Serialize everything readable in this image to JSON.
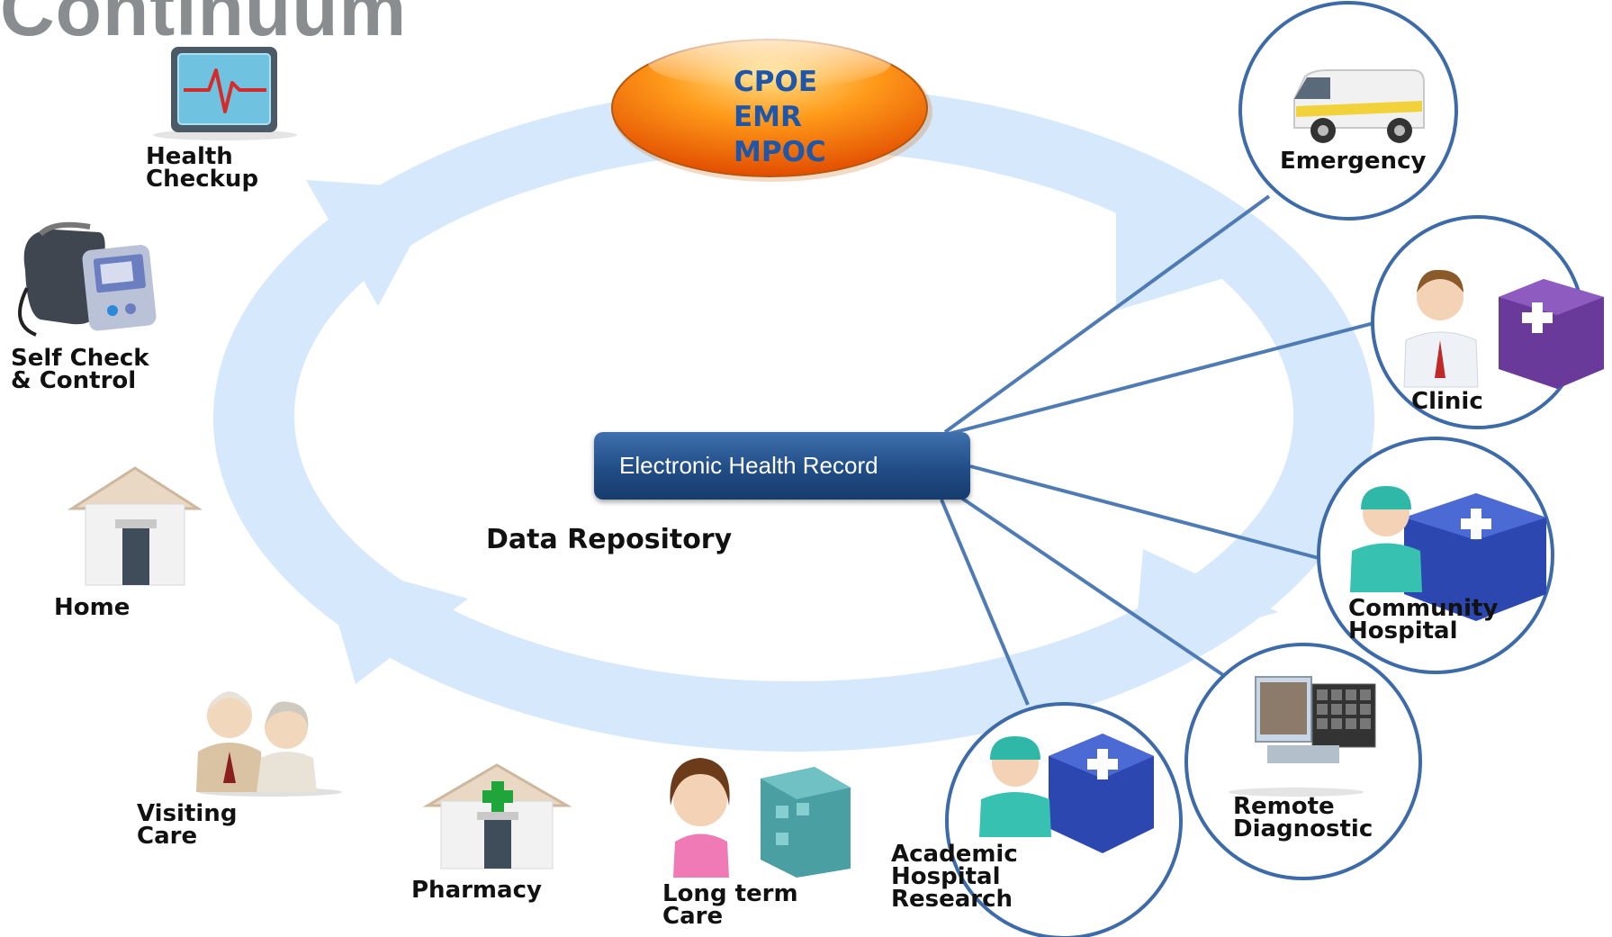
{
  "title": "Continuum",
  "center": {
    "ehr_label": "Electronic Health Record",
    "repository_label": "Data Repository"
  },
  "systems": [
    "CPOE",
    "EMR",
    "MPOC"
  ],
  "colors": {
    "cycle_arrow": "#d6e8fb",
    "ehr_box": "#214d86",
    "connector": "#4f7bb5",
    "circle_border": "#3d6aa8",
    "systems_text": "#1f56a8"
  },
  "left_nodes": [
    {
      "label": "Health\nCheckup",
      "icon": "heart-monitor-icon"
    },
    {
      "label": "Self Check\n& Control",
      "icon": "blood-pressure-monitor-icon"
    },
    {
      "label": "Home",
      "icon": "house-icon"
    },
    {
      "label": "Visiting\nCare",
      "icon": "elderly-couple-icon"
    },
    {
      "label": "Pharmacy",
      "icon": "pharmacy-building-icon"
    },
    {
      "label": "Long term\nCare",
      "icon": "caregiver-building-icon"
    }
  ],
  "right_nodes": [
    {
      "label": "Emergency",
      "icon": "ambulance-icon"
    },
    {
      "label": "Clinic",
      "icon": "doctor-clinic-icon"
    },
    {
      "label": "Community\nHospital",
      "icon": "surgeon-hospital-icon"
    },
    {
      "label": "Remote\nDiagnostic",
      "icon": "monitors-icon"
    },
    {
      "label": "Academic\nHospital\nResearch",
      "icon": "surgeon-hospital-icon"
    }
  ]
}
